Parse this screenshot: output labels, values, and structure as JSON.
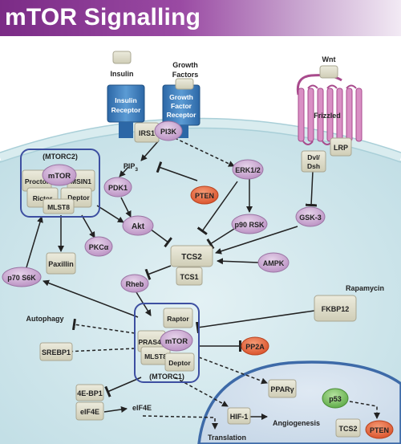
{
  "title": "mTOR Signalling",
  "inputs": {
    "insulin": "Insulin",
    "growth_factors": [
      "Growth",
      "Factors"
    ],
    "wnt": "Wnt"
  },
  "receptors": {
    "insulin_receptor": [
      "Insulin",
      "Receptor"
    ],
    "gf_receptor": [
      "Growth",
      "Factor",
      "Receptor"
    ],
    "frizzled": "Frizzled"
  },
  "nodes": {
    "irs1": "IRS1",
    "pi3k": "PI3K",
    "pip3": "PIP",
    "pip3_sub": "3",
    "pdk1": "PDK1",
    "pten_top": "PTEN",
    "erk12": "ERK1/2",
    "lrp": "LRP",
    "dvl": [
      "Dvl/",
      "Dsh"
    ],
    "gsk3": "GSK-3",
    "akt": "Akt",
    "p90rsk": "p90 RSK",
    "tcs2": "TCS2",
    "tcs1": "TCS1",
    "ampk": "AMPK",
    "rheb": "Rheb",
    "paxillin": "Paxillin",
    "pkca": "PKCα",
    "p70s6k": "p70 S6K",
    "rapamycin": "Rapamycin",
    "fkbp12": "FKBP12",
    "pp2a": "PP2A",
    "autophagy": "Autophagy",
    "srebp1": "SREBP1",
    "ebp1": "4E-BP1",
    "eif4e_box": "eIF4E",
    "eif4e": "eIF4E",
    "hif1": "HIF-1",
    "ppar": "PPARγ",
    "p53": "p53",
    "tcs2_nuc": "TCS2",
    "pten_nuc": "PTEN",
    "angiogenesis": "Angiogenesis",
    "translation": "Translation"
  },
  "mtorc2": {
    "label": "(MTORC2)",
    "mtor": "mTOR",
    "proctor": "Proctor",
    "msin1": "MSIN1",
    "rictor": "Rictor",
    "deptor": "Deptor",
    "mlst8": "MLST8"
  },
  "mtorc1": {
    "label": "(MTORC1)",
    "raptor": "Raptor",
    "pras40": "PRAS40",
    "mtor": "mTOR",
    "mlst8": "MLST8",
    "deptor": "Deptor"
  },
  "colors": {
    "header": "#7b2b86",
    "cell": "#cfe6eb",
    "nucleus": "#3d6aa8",
    "protein_box": "#dcdac6",
    "protein_oval": "#c7a3cf",
    "pten": "#e8663e",
    "p53": "#7dc062",
    "complex_border": "#3d4fa1",
    "receptor": "#3a78b5"
  }
}
